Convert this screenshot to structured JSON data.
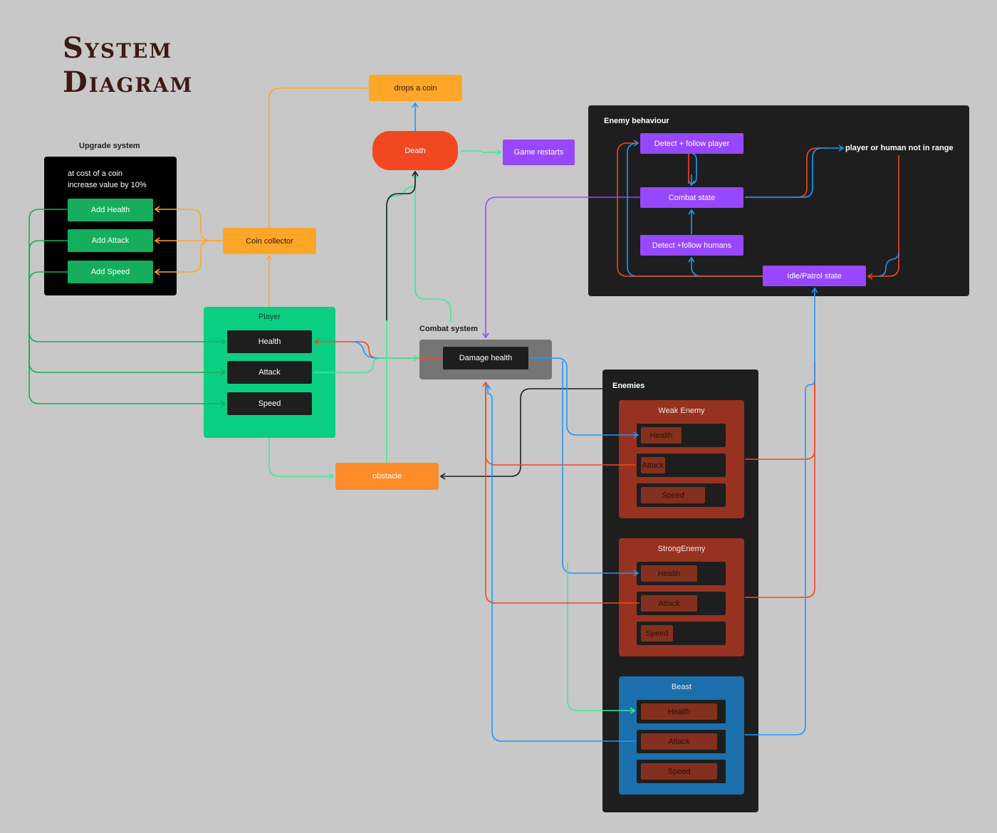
{
  "title": {
    "line1": "System",
    "line2": "Diagram"
  },
  "upgrade": {
    "label": "Upgrade system",
    "note_line1": "at cost of a coin",
    "note_line2": "increase value by 10%",
    "buttons": [
      "Add Health",
      "Add Attack",
      "Add Speed"
    ]
  },
  "coin_collector": "Coin collector",
  "drops_coin": "drops a coin",
  "death": "Death",
  "game_restarts": "Game restarts",
  "player": {
    "label": "Player",
    "stats": [
      "Health",
      "Attack",
      "Speed"
    ]
  },
  "combat": {
    "label": "Combat system",
    "damage": "Damage health"
  },
  "obstacle": "obstacle",
  "enemy_behaviour": {
    "label": "Enemy behaviour",
    "detect_player": "Detect + follow player",
    "combat_state": "Combat state",
    "detect_humans": "Detect +follow humans",
    "idle": "Idle/Patrol state",
    "not_in_range": "player or human not in range"
  },
  "enemies": {
    "label": "Enemies",
    "cards": [
      {
        "name": "Weak Enemy",
        "stats": [
          {
            "label": "Health",
            "fill": 0.5
          },
          {
            "label": "Attack",
            "fill": 0.3
          },
          {
            "label": "Speed",
            "fill": 0.8
          }
        ]
      },
      {
        "name": "StrongEnemy",
        "stats": [
          {
            "label": "Health",
            "fill": 0.7
          },
          {
            "label": "Attack",
            "fill": 0.7
          },
          {
            "label": "Speed",
            "fill": 0.4
          }
        ]
      },
      {
        "name": "Beast",
        "stats": [
          {
            "label": "Health",
            "fill": 0.95
          },
          {
            "label": "Attack",
            "fill": 0.95
          },
          {
            "label": "Speed",
            "fill": 0.95
          }
        ]
      }
    ]
  },
  "colors": {
    "orange": "#ffa629",
    "green": "#14ae5c",
    "mint": "#3ee89a",
    "red": "#f24822",
    "blue": "#1e98ff",
    "purple": "#9747ff",
    "black": "#1e1e1e"
  }
}
